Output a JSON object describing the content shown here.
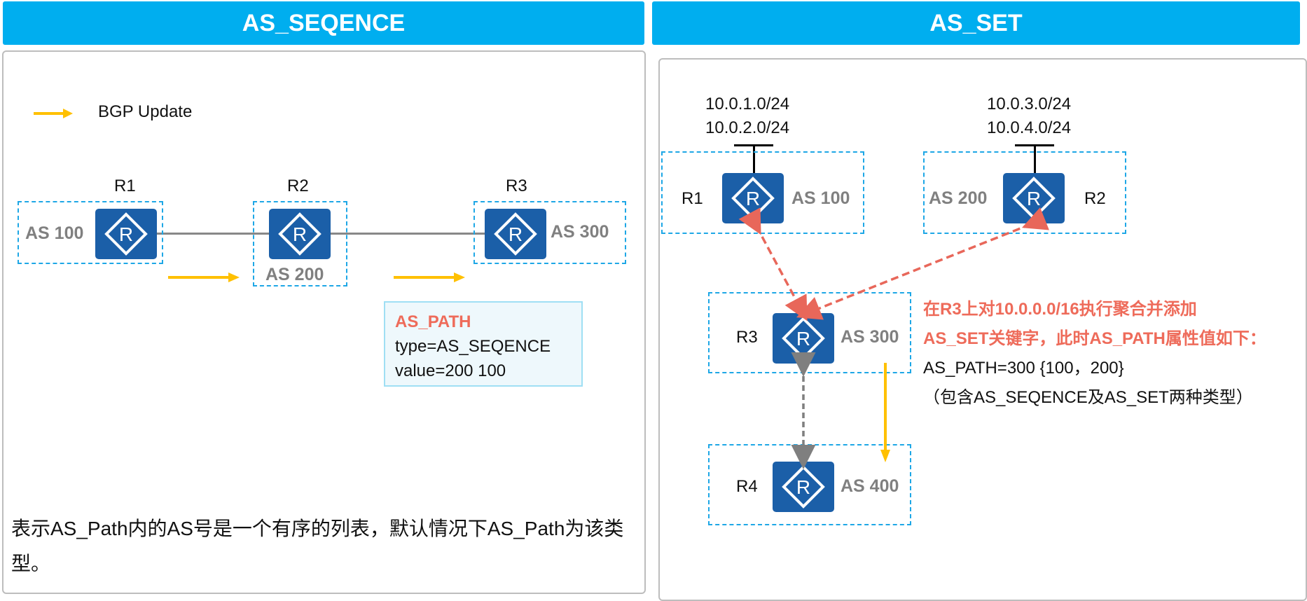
{
  "left": {
    "title": "AS_SEQENCE",
    "legend_label": "BGP Update",
    "routers": [
      {
        "name": "R1",
        "as": "AS 100"
      },
      {
        "name": "R2",
        "as": "AS 200"
      },
      {
        "name": "R3",
        "as": "AS 300"
      }
    ],
    "aspath_box": {
      "title": "AS_PATH",
      "type_line": "type=AS_SEQENCE",
      "value_line": "value=200 100"
    },
    "description": "表示AS_Path内的AS号是一个有序的列表，默认情况下AS_Path为该类型。"
  },
  "right": {
    "title": "AS_SET",
    "r1": {
      "name": "R1",
      "as": "AS 100",
      "prefix1": "10.0.1.0/24",
      "prefix2": "10.0.2.0/24"
    },
    "r2": {
      "name": "R2",
      "as": "AS 200",
      "prefix1": "10.0.3.0/24",
      "prefix2": "10.0.4.0/24"
    },
    "r3": {
      "name": "R3",
      "as": "AS 300"
    },
    "r4": {
      "name": "R4",
      "as": "AS 400"
    },
    "note_line1": "在R3上对10.0.0.0/16执行聚合并添加",
    "note_line2": "AS_SET关键字，此时AS_PATH属性值如下：",
    "aspath_value": "AS_PATH=300 {100，200}",
    "aspath_note": "（包含AS_SEQENCE及AS_SET两种类型）"
  },
  "colors": {
    "header": "#00AEEF",
    "router": "#1B5FA8",
    "dashed_box": "#1ea7e6",
    "update_arrow": "#FFC000",
    "red_arrow": "#E8675A",
    "gray_arrow": "#7F7F7F",
    "highlight_text": "#EE6B5A",
    "as_label": "#808080"
  },
  "icons": {
    "router": "router-icon",
    "update_arrow": "arrow-right-icon"
  }
}
